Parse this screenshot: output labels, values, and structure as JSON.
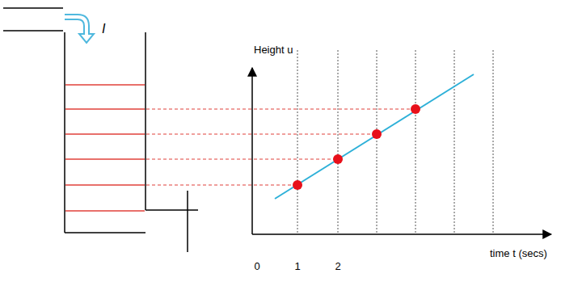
{
  "diagram": {
    "labels": [
      "I",
      "Height u",
      "time t (secs)",
      "0",
      "1",
      "2"
    ]
  }
}
